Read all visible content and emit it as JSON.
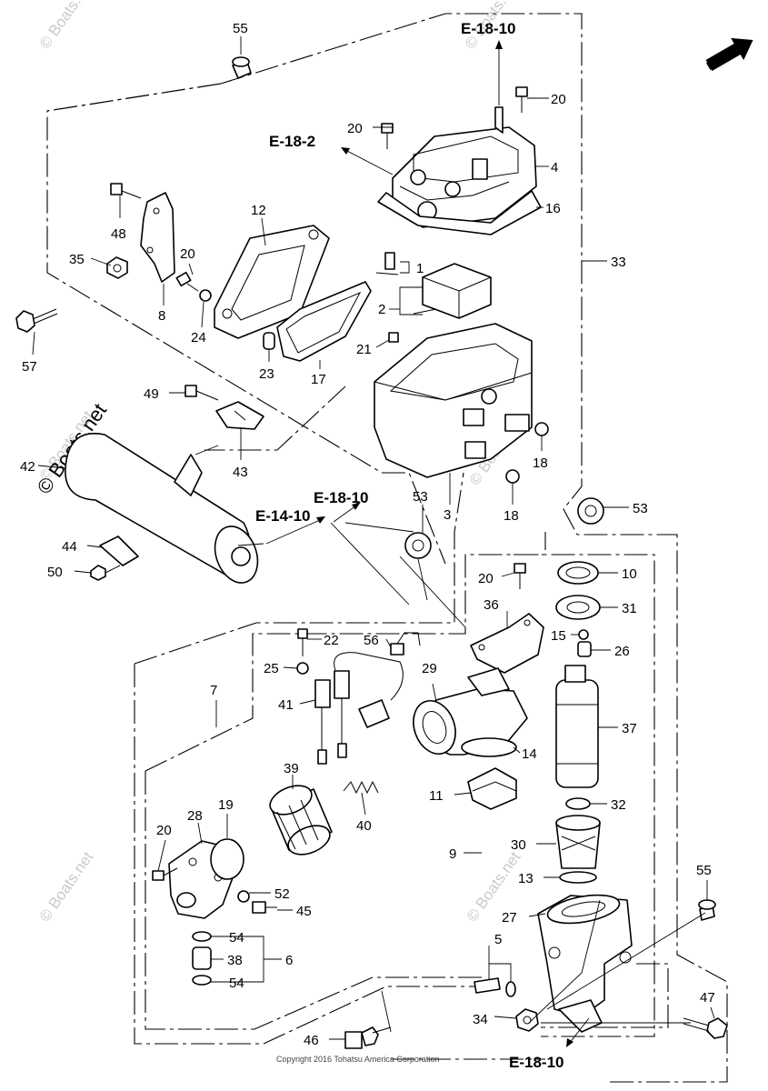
{
  "watermark": {
    "text": "© Boats.net",
    "copyright": "Copyright 2016 Tohatsu America Corporation"
  },
  "direction": {
    "label": "FR."
  },
  "references": {
    "r1": "E-18-10",
    "r2": "E-18-2",
    "r3": "E-18-10",
    "r4": "E-14-10",
    "r5": "E-18-10"
  },
  "callouts": [
    {
      "id": "c55a",
      "text": "55"
    },
    {
      "id": "c20a",
      "text": "20"
    },
    {
      "id": "c20b",
      "text": "20"
    },
    {
      "id": "c4",
      "text": "4"
    },
    {
      "id": "c16",
      "text": "16"
    },
    {
      "id": "c48",
      "text": "48"
    },
    {
      "id": "c12",
      "text": "12"
    },
    {
      "id": "c20c",
      "text": "20"
    },
    {
      "id": "c35",
      "text": "35"
    },
    {
      "id": "c8",
      "text": "8"
    },
    {
      "id": "c24",
      "text": "24"
    },
    {
      "id": "c57",
      "text": "57"
    },
    {
      "id": "c1",
      "text": "1"
    },
    {
      "id": "c2",
      "text": "2"
    },
    {
      "id": "c21",
      "text": "21"
    },
    {
      "id": "c23",
      "text": "23"
    },
    {
      "id": "c17",
      "text": "17"
    },
    {
      "id": "c33",
      "text": "33"
    },
    {
      "id": "c49",
      "text": "49"
    },
    {
      "id": "c43",
      "text": "43"
    },
    {
      "id": "c42",
      "text": "42"
    },
    {
      "id": "c18a",
      "text": "18"
    },
    {
      "id": "c18b",
      "text": "18"
    },
    {
      "id": "c3",
      "text": "3"
    },
    {
      "id": "c53a",
      "text": "53"
    },
    {
      "id": "c53b",
      "text": "53"
    },
    {
      "id": "c44",
      "text": "44"
    },
    {
      "id": "c50",
      "text": "50"
    },
    {
      "id": "c20d",
      "text": "20"
    },
    {
      "id": "c10",
      "text": "10"
    },
    {
      "id": "c36",
      "text": "36"
    },
    {
      "id": "c31",
      "text": "31"
    },
    {
      "id": "c15",
      "text": "15"
    },
    {
      "id": "c26",
      "text": "26"
    },
    {
      "id": "c22",
      "text": "22"
    },
    {
      "id": "c56",
      "text": "56"
    },
    {
      "id": "c25",
      "text": "25"
    },
    {
      "id": "c29",
      "text": "29"
    },
    {
      "id": "c7",
      "text": "7"
    },
    {
      "id": "c41",
      "text": "41"
    },
    {
      "id": "c37",
      "text": "37"
    },
    {
      "id": "c14",
      "text": "14"
    },
    {
      "id": "c39",
      "text": "39"
    },
    {
      "id": "c11",
      "text": "11"
    },
    {
      "id": "c32",
      "text": "32"
    },
    {
      "id": "c40",
      "text": "40"
    },
    {
      "id": "c28",
      "text": "28"
    },
    {
      "id": "c19",
      "text": "19"
    },
    {
      "id": "c20e",
      "text": "20"
    },
    {
      "id": "c30",
      "text": "30"
    },
    {
      "id": "c9",
      "text": "9"
    },
    {
      "id": "c13",
      "text": "13"
    },
    {
      "id": "c52",
      "text": "52"
    },
    {
      "id": "c45",
      "text": "45"
    },
    {
      "id": "c55b",
      "text": "55"
    },
    {
      "id": "c27",
      "text": "27"
    },
    {
      "id": "c54a",
      "text": "54"
    },
    {
      "id": "c38",
      "text": "38"
    },
    {
      "id": "c6",
      "text": "6"
    },
    {
      "id": "c54b",
      "text": "54"
    },
    {
      "id": "c5",
      "text": "5"
    },
    {
      "id": "c47",
      "text": "47"
    },
    {
      "id": "c34",
      "text": "34"
    },
    {
      "id": "c46",
      "text": "46"
    }
  ]
}
